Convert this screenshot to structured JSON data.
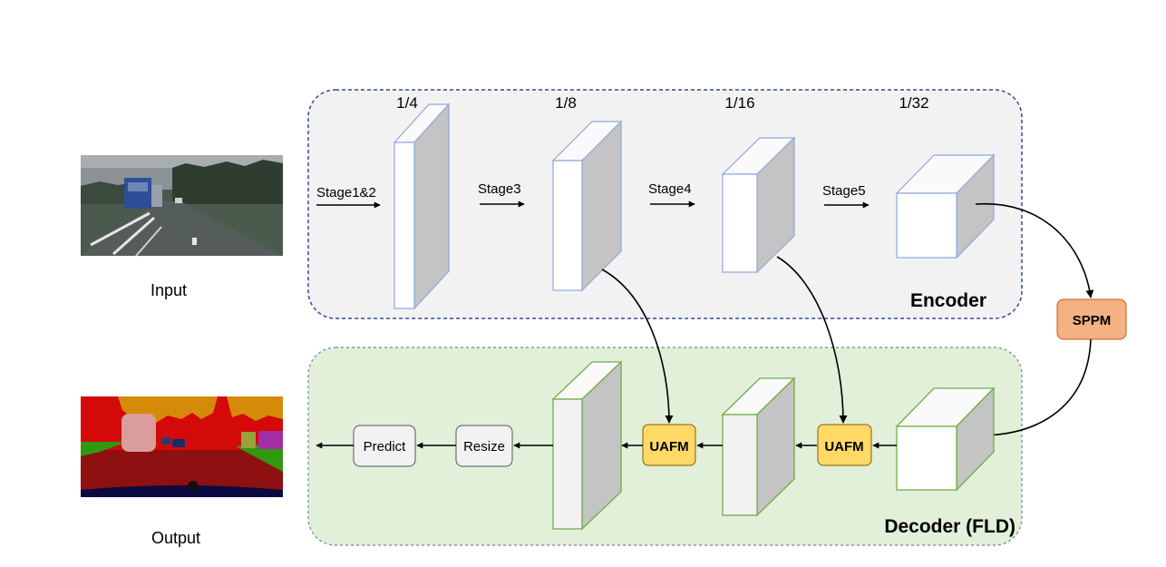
{
  "input": {
    "label": "Input",
    "image": "photo of a road with a blue truck under cloudy sky"
  },
  "output": {
    "label": "Output",
    "image": "semantic segmentation map of the road scene"
  },
  "encoder": {
    "title": "Encoder",
    "scales": [
      "1/4",
      "1/8",
      "1/16",
      "1/32"
    ],
    "stages": [
      "Stage1&2",
      "Stage3",
      "Stage4",
      "Stage5"
    ]
  },
  "sppm": {
    "label": "SPPM"
  },
  "decoder": {
    "title": "Decoder (FLD)",
    "uafm": [
      "UAFM",
      "UAFM"
    ],
    "resize": "Resize",
    "predict": "Predict"
  },
  "colors": {
    "encoder_fill": "#f2f2f2",
    "encoder_border": "#2f4e8f",
    "decoder_fill": "#e2efd9",
    "decoder_border": "#6d82aa",
    "encoder_block_edge": "#8fa8dc",
    "decoder_block_edge": "#70ad47",
    "block_side": "#c4c4c4",
    "sppm_fill": "#f4b183",
    "uafm_fill": "#ffd966",
    "op_fill": "#f2f2f2"
  }
}
